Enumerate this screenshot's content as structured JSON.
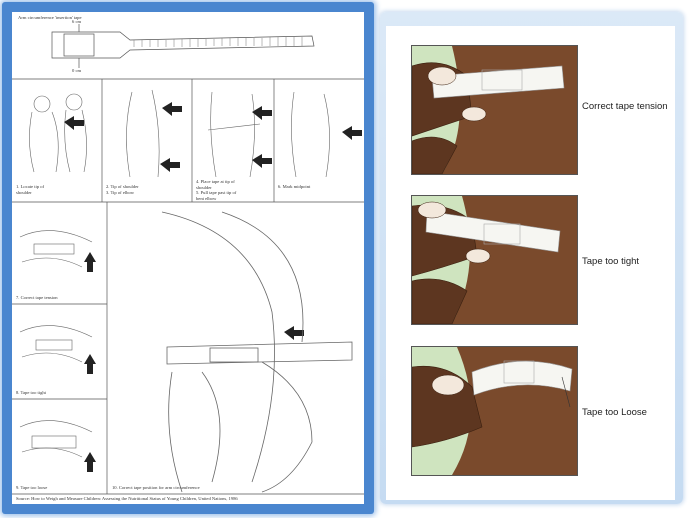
{
  "left_sheet": {
    "strip_label": "Arm circumference 'insertion' tape",
    "strip_marks": [
      "6 cm",
      "0 cm"
    ],
    "row1_captions": [
      "1. Locate tip of\nshoulder",
      "2. Tip of shoulder\n3. Tip of elbow",
      "4. Place tape at tip of\nshoulder\n5. Pull tape past tip of\nbent elbow",
      "6. Mark midpoint"
    ],
    "side_captions": [
      "7. Correct tape tension",
      "8. Tape too tight",
      "9. Tape too loose"
    ],
    "main_caption": "10. Correct tape position for arm circumference",
    "source_note": "Source: How to Weigh and Measure Children: Assessing the Nutritional Status of Young Children, United Nations, 1986"
  },
  "right_sheet": {
    "captions": [
      "Correct tape tension",
      "Tape too tight",
      "Tape too Loose"
    ]
  },
  "colors": {
    "frame_blue": "#4a86cf",
    "panel_green": "#cfe4bf",
    "skin": "#6b4025",
    "tape": "#f6f6f2"
  }
}
